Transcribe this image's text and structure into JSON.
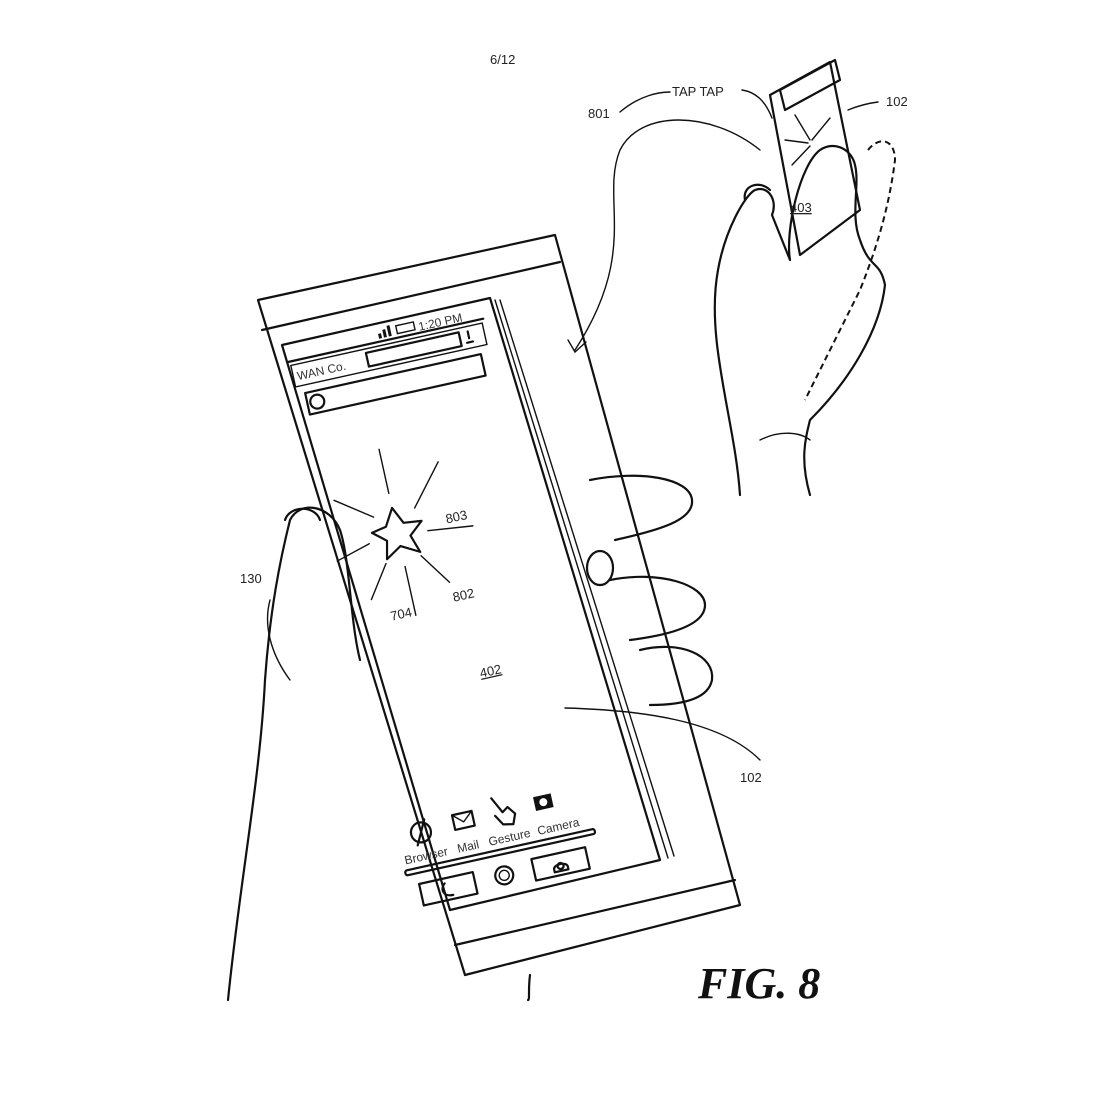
{
  "sheet": {
    "page_number": "6/12",
    "figure_label": "FIG. 8"
  },
  "annotations": {
    "tap_text": "TAP TAP",
    "ref_801": "801",
    "ref_102_top": "102",
    "ref_403": "403",
    "ref_803": "803",
    "ref_704": "704",
    "ref_802": "802",
    "ref_130": "130",
    "ref_402": "402",
    "ref_102_bottom": "102"
  },
  "phone_screen": {
    "status_bar": {
      "carrier": "WAN Co.",
      "time": "1:20 PM"
    },
    "apps": [
      {
        "label": "Browser",
        "icon": "globe-icon"
      },
      {
        "label": "Mail",
        "icon": "envelope-icon"
      },
      {
        "label": "Gesture",
        "icon": "pointing-hand-icon"
      },
      {
        "label": "Camera",
        "icon": "camera-icon"
      }
    ],
    "dock": [
      {
        "icon": "phone-icon"
      },
      {
        "icon": "home-circle-icon"
      },
      {
        "icon": "contact-icon"
      }
    ]
  }
}
